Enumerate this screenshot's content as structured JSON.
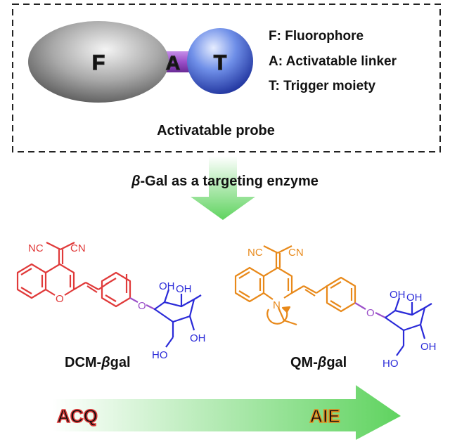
{
  "probe": {
    "f_letter": "F",
    "a_letter": "A",
    "t_letter": "T",
    "legend": [
      "F: Fluorophore",
      "A: Activatable linker",
      "T: Trigger moiety"
    ],
    "caption": "Activatable probe"
  },
  "arrow_label_prefix": "β",
  "arrow_label_rest": "-Gal as a targeting enzyme",
  "molecules": {
    "dcm": {
      "name_prefix": "DCM-",
      "name_beta": "β",
      "name_suffix": "gal",
      "atoms": {
        "nc1": "NC",
        "cn1": "CN",
        "o_ring": "O",
        "o_link": "O",
        "oh1": "OH",
        "oh2": "OH",
        "oh3": "OH",
        "ho": "HO"
      }
    },
    "qm": {
      "name_prefix": "QM-",
      "name_beta": "β",
      "name_suffix": "gal",
      "atoms": {
        "nc1": "NC",
        "cn1": "CN",
        "n_ring": "N",
        "o_link": "O",
        "oh1": "OH",
        "oh2": "OH",
        "oh3": "OH",
        "ho": "HO"
      }
    }
  },
  "bottom_arrow": {
    "left": "ACQ",
    "right": "AIE"
  },
  "colors": {
    "dcm": "#e03a3a",
    "qm": "#e8891a",
    "sugar": "#2a2ad8",
    "linker": "#9b4fc9",
    "arrow_green": "#5fd35f"
  }
}
